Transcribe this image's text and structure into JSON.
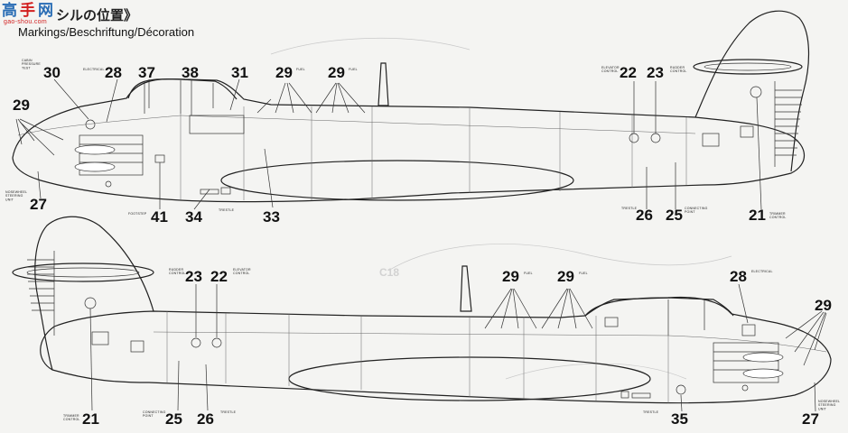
{
  "header": {
    "logo_chars": [
      "高",
      "手",
      "网"
    ],
    "logo_url": "gao-shou.com",
    "title_jp": "シルの位置》",
    "title_en": "Markings/Beschriftung/Décoration"
  },
  "callouts": {
    "c30": "30",
    "c28": "28",
    "c37": "37",
    "c38": "38",
    "c31": "31",
    "c29": "29",
    "c22": "22",
    "c23": "23",
    "c27": "27",
    "c41": "41",
    "c34": "34",
    "c33": "33",
    "c26": "26",
    "c25": "25",
    "c21": "21",
    "c35": "35"
  },
  "notes": {
    "cabin_pressure": "CABIN\nPRESSURE\nTEST",
    "electrical": "ELECTRICAL",
    "fuel": "FUEL",
    "elevator_control": "ELEVATOR\nCONTROL",
    "rudder_control": "RUDDER\nCONTROL",
    "nosewheel": "NOSEWHEEL\nSTEERING\nUNIT",
    "footstep": "FOOTSTEP",
    "trestle": "TRESTLE",
    "connecting_point": "CONNECTING\nPOINT",
    "trimmer_control": "TRIMMER\nCONTROL",
    "ghost": "C18"
  }
}
